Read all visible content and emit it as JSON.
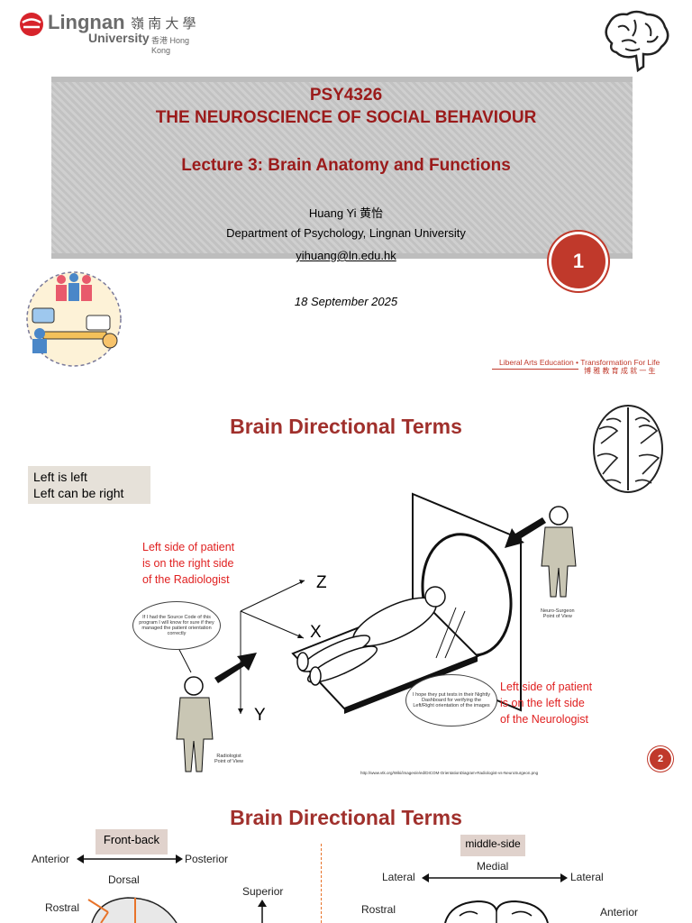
{
  "slide1": {
    "logo_name": "Lingnan",
    "logo_cn": "嶺 南 大 學",
    "logo_university": "University",
    "logo_hk": "香港 Hong Kong",
    "course_code": "PSY4326",
    "course_title": "THE NEUROSCIENCE OF SOCIAL BEHAVIOUR",
    "lecture": "Lecture 3: Brain Anatomy and Functions",
    "author": "Huang Yi 黄怡",
    "department": "Department of Psychology, Lingnan University",
    "email": "yihuang@ln.edu.hk",
    "date": "18 September 2025",
    "slide_number": "1",
    "tagline_en": "Liberal Arts Education • Transformation For Life",
    "tagline_cn": "博 雅 教 育 成 就 一 生"
  },
  "slide2": {
    "title": "Brain Directional Terms",
    "note_line1": "Left is left",
    "note_line2": "Left can be right",
    "radiologist_note": [
      "Left side of patient",
      "is on the right side",
      "of the Radiologist"
    ],
    "neurologist_note": [
      "Left side of patient",
      "is on the left side",
      "of the Neurologist"
    ],
    "axis_z": "Z",
    "axis_x": "X",
    "axis_y": "Y",
    "bubble_left": "If I had the Source Code of this program I will know for sure if they managed the patient orientation correctly",
    "bubble_right": "I hope they put tests in their Nightly Dashboard for verifying the Left/Right orientation of the images",
    "radiologist_label": [
      "Radiologist",
      "Point of View"
    ],
    "surgeon_label": [
      "Neuro-Surgeon",
      "Point of View"
    ],
    "source_url": "http://www.vtk.org/Wiki/images/e/ed/DICOM-OrientationDiagram-Radiologist-vs-NeuroSurgeon.png",
    "slide_number": "2"
  },
  "slide3": {
    "title": "Brain Directional Terms",
    "front_back": "Front-back",
    "anterior": "Anterior",
    "posterior": "Posterior",
    "dorsal": "Dorsal",
    "rostral": "Rostral",
    "superior": "Superior",
    "middle_side": "middle-side",
    "medial": "Medial",
    "lateral_left": "Lateral",
    "lateral_right": "Lateral",
    "rostral_right": "Rostral",
    "anterior_right": "Anterior"
  }
}
